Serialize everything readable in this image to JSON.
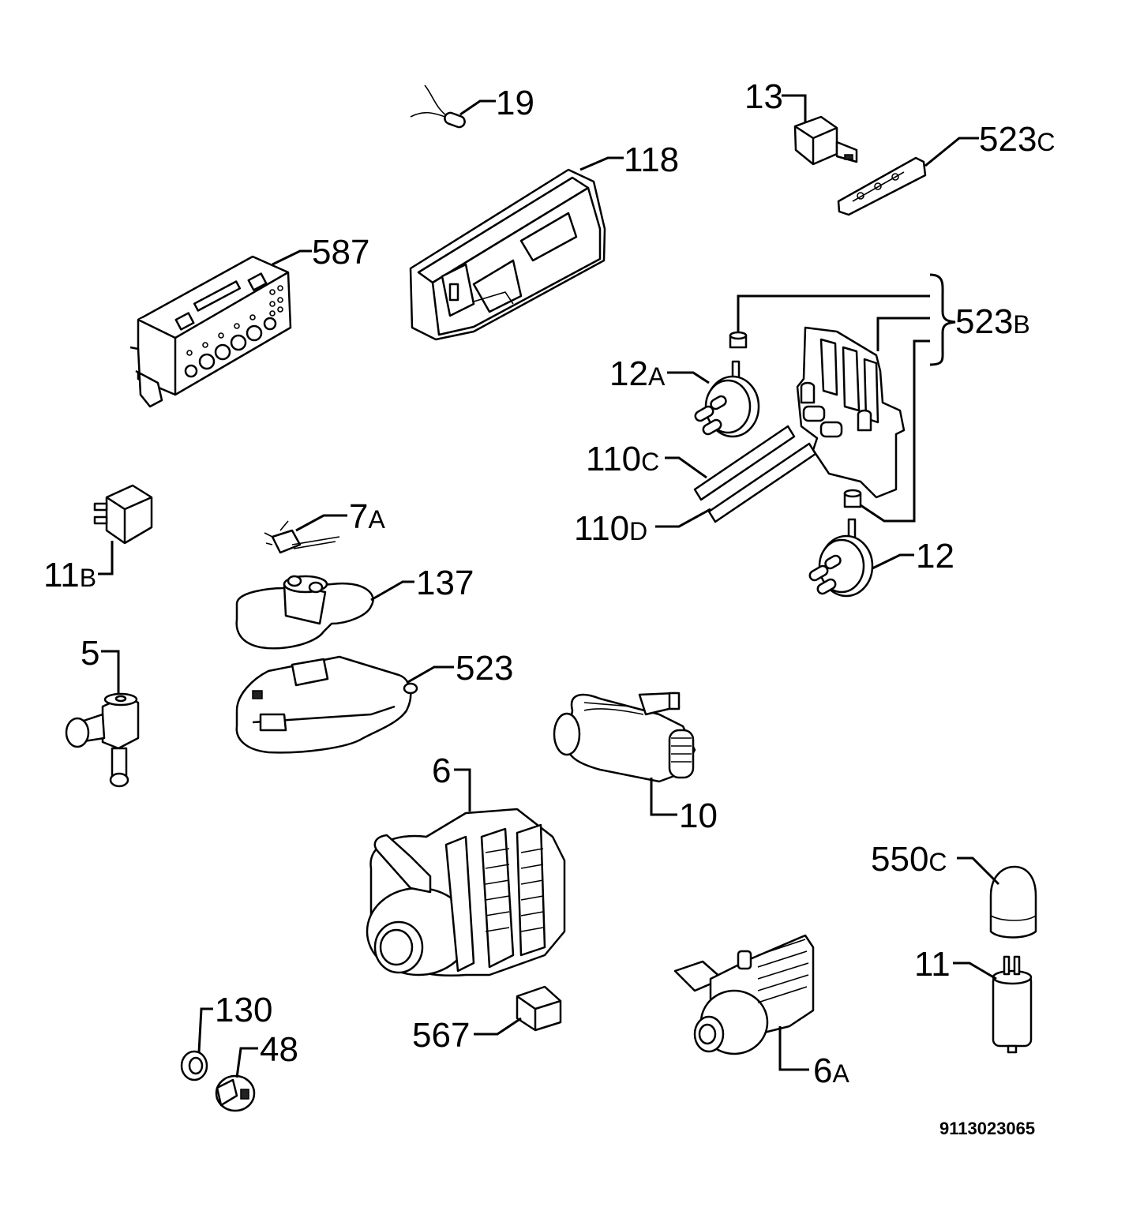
{
  "diagram": {
    "doc_number": "9113023065",
    "labels": {
      "p19": {
        "num": "19",
        "suffix": ""
      },
      "p118": {
        "num": "118",
        "suffix": ""
      },
      "p13": {
        "num": "13",
        "suffix": ""
      },
      "p523c": {
        "num": "523",
        "suffix": "C"
      },
      "p587": {
        "num": "587",
        "suffix": ""
      },
      "p523b": {
        "num": "523",
        "suffix": "B"
      },
      "p12a": {
        "num": "12",
        "suffix": "A"
      },
      "p110c": {
        "num": "110",
        "suffix": "C"
      },
      "p110d": {
        "num": "110",
        "suffix": "D"
      },
      "p12": {
        "num": "12",
        "suffix": ""
      },
      "p7a": {
        "num": "7",
        "suffix": "A"
      },
      "p11b": {
        "num": "11",
        "suffix": "B"
      },
      "p137": {
        "num": "137",
        "suffix": ""
      },
      "p5": {
        "num": "5",
        "suffix": ""
      },
      "p523": {
        "num": "523",
        "suffix": ""
      },
      "p6": {
        "num": "6",
        "suffix": ""
      },
      "p10": {
        "num": "10",
        "suffix": ""
      },
      "p550c": {
        "num": "550",
        "suffix": "C"
      },
      "p11": {
        "num": "11",
        "suffix": ""
      },
      "p130": {
        "num": "130",
        "suffix": ""
      },
      "p48": {
        "num": "48",
        "suffix": ""
      },
      "p567": {
        "num": "567",
        "suffix": ""
      },
      "p6a": {
        "num": "6",
        "suffix": "A"
      }
    }
  }
}
